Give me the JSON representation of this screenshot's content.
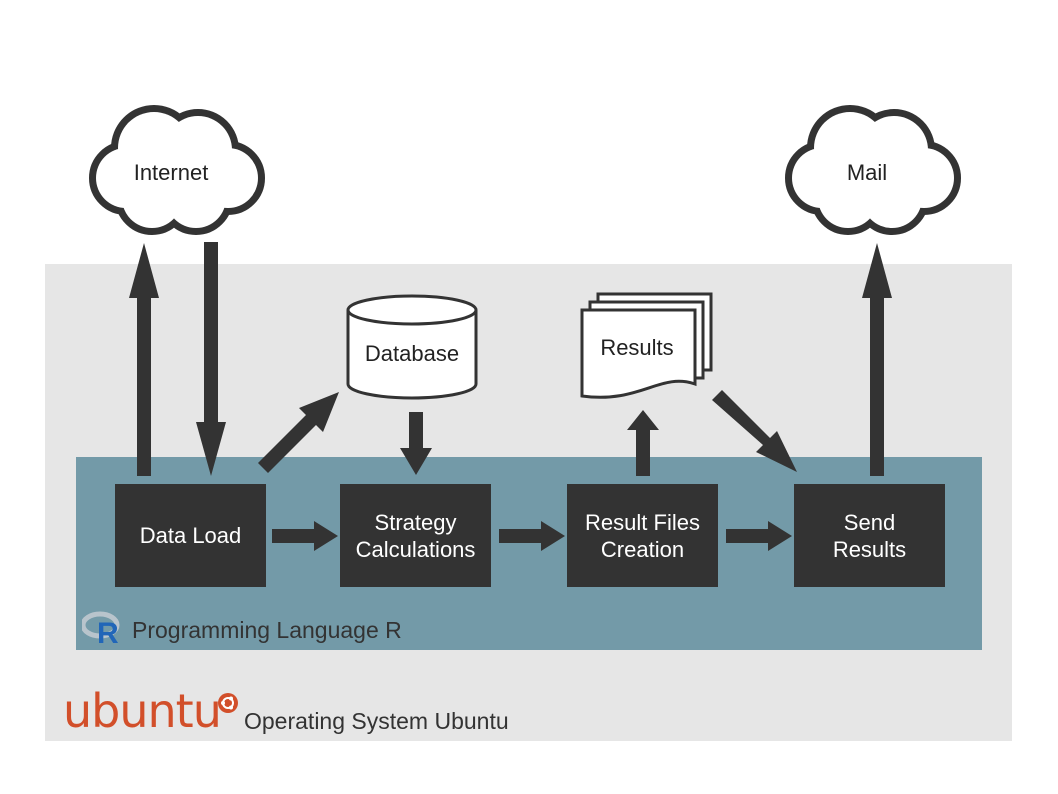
{
  "clouds": {
    "internet": "Internet",
    "mail": "Mail"
  },
  "storage": {
    "database": "Database",
    "results": "Results"
  },
  "processes": {
    "data_load": "Data Load",
    "strategy": "Strategy\nCalculations",
    "result_files": "Result Files\nCreation",
    "send_results": "Send\nResults"
  },
  "layers": {
    "r_label": "Programming Language R",
    "r_logo": "R",
    "ubuntu_logo": "ubuntu",
    "os_label": "Operating System Ubuntu"
  },
  "colors": {
    "os_bg": "#e6e6e6",
    "r_bg": "#739aa8",
    "box": "#333333",
    "ubuntu": "#d24f2a",
    "r_blue": "#2166b8"
  }
}
